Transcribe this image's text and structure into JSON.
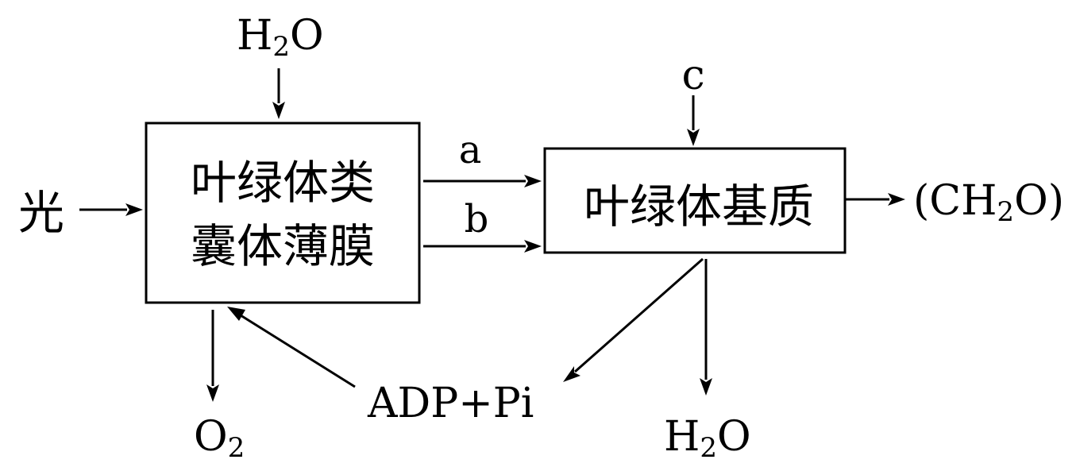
{
  "thylakoid": {
    "line1": "叶绿体类",
    "line2": "囊体薄膜"
  },
  "stroma": {
    "label": "叶绿体基质"
  },
  "inputs": {
    "light": "光",
    "water_in": {
      "main": "H",
      "sub": "2",
      "end": "O"
    },
    "c": "c"
  },
  "intermediates": {
    "a": "a",
    "b": "b"
  },
  "outputs": {
    "oxygen": {
      "main": "O",
      "sub": "2"
    },
    "adp_pi": "ADP+Pi",
    "water_out": {
      "main": "H",
      "sub": "2",
      "end": "O"
    },
    "carbohydrate": {
      "open": "(CH",
      "sub": "2",
      "end": "O)"
    }
  }
}
